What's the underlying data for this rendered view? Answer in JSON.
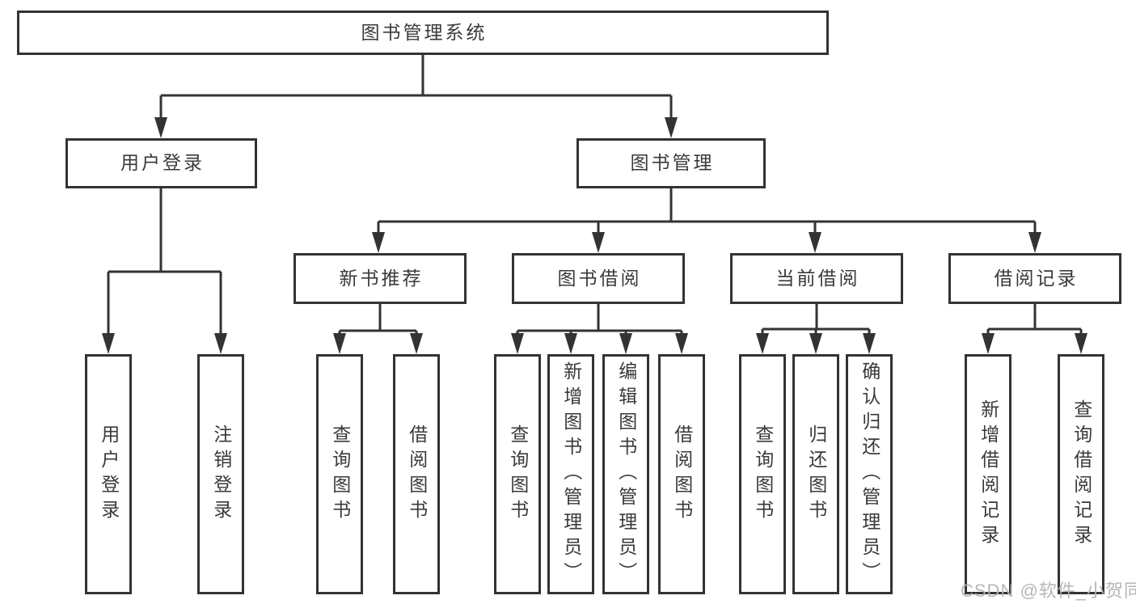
{
  "tree": {
    "root": {
      "label": "图书管理系统",
      "children": [
        {
          "label": "用户登录",
          "children": [
            {
              "label": "用户登录"
            },
            {
              "label": "注销登录"
            }
          ]
        },
        {
          "label": "图书管理",
          "children": [
            {
              "label": "新书推荐",
              "children": [
                {
                  "label": "查询图书"
                },
                {
                  "label": "借阅图书"
                }
              ]
            },
            {
              "label": "图书借阅",
              "children": [
                {
                  "label": "查询图书"
                },
                {
                  "label": "新增图书（管理员）"
                },
                {
                  "label": "编辑图书（管理员）"
                },
                {
                  "label": "借阅图书"
                }
              ]
            },
            {
              "label": "当前借阅",
              "children": [
                {
                  "label": "查询图书"
                },
                {
                  "label": "归还图书"
                },
                {
                  "label": "确认归还（管理员）"
                }
              ]
            },
            {
              "label": "借阅记录",
              "children": [
                {
                  "label": "新增借阅记录"
                },
                {
                  "label": "查询借阅记录"
                }
              ]
            }
          ]
        }
      ]
    }
  },
  "watermark": {
    "text": "CSDN @软件_小贺同学"
  },
  "colors": {
    "line": "#333333",
    "text": "#3a3a3a",
    "box_bg": "#ffffff",
    "bg": "#ffffff",
    "watermark": "#b3b3b3"
  }
}
